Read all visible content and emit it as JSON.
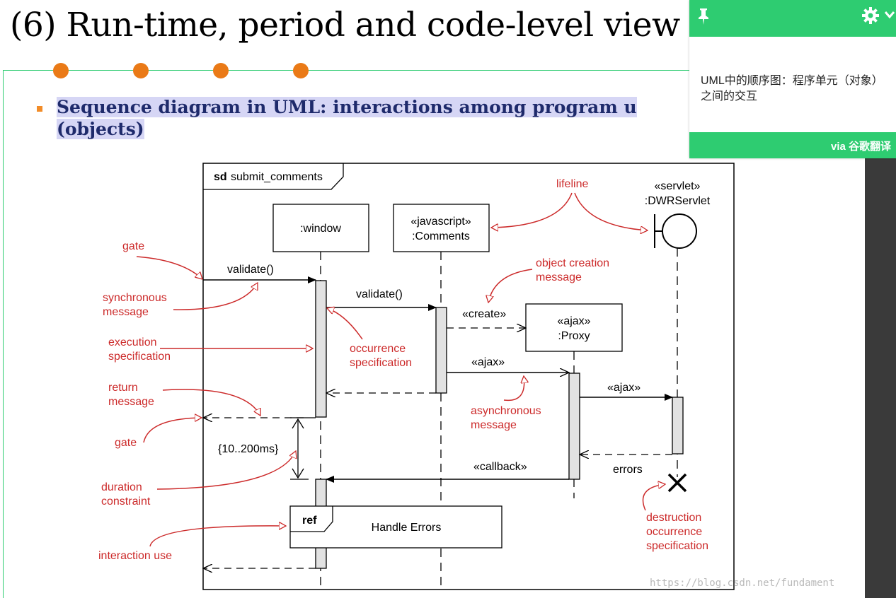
{
  "slide": {
    "title": "(6) Run-time, period and code-level view",
    "bullet_line1": "Sequence diagram in UML: interactions among program u",
    "bullet_line2": "(objects)"
  },
  "diagram": {
    "frame_label_keyword": "sd",
    "frame_label_name": "submit_comments",
    "lifelines": [
      {
        "label": ":window"
      },
      {
        "label_stereotype": "«javascript»",
        "label_name": ":Comments"
      },
      {
        "label_stereotype": "«ajax»",
        "label_name": ":Proxy"
      },
      {
        "label_stereotype": "«servlet»",
        "label_name": ":DWRServlet"
      }
    ],
    "messages": {
      "validate_1": "validate()",
      "validate_2": "validate()",
      "create": "«create»",
      "ajax_1": "«ajax»",
      "ajax_2": "«ajax»",
      "callback": "«callback»",
      "errors": "errors"
    },
    "duration_constraint": "{10..200ms}",
    "ref_keyword": "ref",
    "ref_name": "Handle Errors",
    "annotations": {
      "lifeline": "lifeline",
      "gate_top": "gate",
      "synchronous_message_1": "synchronous",
      "synchronous_message_2": "message",
      "execution_spec_1": "execution",
      "execution_spec_2": "specification",
      "return_message_1": "return",
      "return_message_2": "message",
      "gate_bottom": "gate",
      "duration_constraint_1": "duration",
      "duration_constraint_2": "constraint",
      "interaction_use": "interaction use",
      "object_creation_1": "object creation",
      "object_creation_2": "message",
      "occurrence_spec_1": "occurrence",
      "occurrence_spec_2": "specification",
      "asynchronous_1": "asynchronous",
      "asynchronous_2": "message",
      "destruction_1": "destruction",
      "destruction_2": "occurrence",
      "destruction_3": "specification"
    },
    "colors": {
      "annotation": "#cc2a2a",
      "activation_fill": "#e2e2e2",
      "lines": "#000000"
    }
  },
  "translate_popup": {
    "text_line1": "UML中的顺序图：程序单元（对象）",
    "text_line2": "之间的交互",
    "footer": "via 谷歌翻译",
    "accent": "#2ecc71"
  },
  "watermark": "https://blog.csdn.net/fundament"
}
